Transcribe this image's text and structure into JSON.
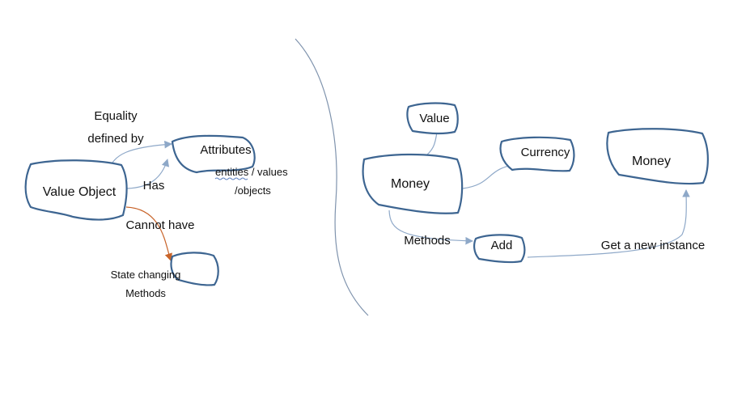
{
  "colors": {
    "blob_stroke": "#3d6591",
    "connector": "#8ea8c8",
    "arrow_gray": "#8ea8c8",
    "arrow_orange": "#c8642a",
    "divider": "#7f93ad",
    "spellcheck": "#5b7fbf"
  },
  "left_diagram": {
    "value_object": "Value Object",
    "attributes": "Attributes",
    "equality_line1": "Equality",
    "equality_line2": "defined by",
    "has": "Has",
    "attr_note_word1": "entities",
    "attr_note_rest": " / values",
    "attr_note_line2": "/objects",
    "cannot_have": "Cannot have",
    "state_line1": "State changing",
    "state_line2": "Methods"
  },
  "right_diagram": {
    "value": "Value",
    "currency": "Currency",
    "money": "Money",
    "methods": "Methods",
    "add": "Add",
    "get_new_instance": "Get a new instance",
    "money_result": "Money"
  }
}
